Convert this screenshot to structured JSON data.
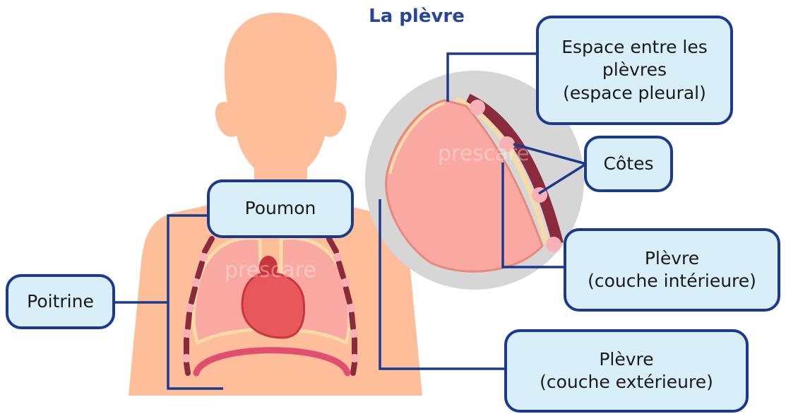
{
  "title": "La plèvre",
  "labels": {
    "poitrine": "Poitrine",
    "poumon": "Poumon",
    "espace": "Espace entre les\nplèvres\n(espace pleural)",
    "cotes": "Côtes",
    "plevre_int": "Plèvre\n(couche intérieure)",
    "plevre_ext": "Plèvre\n(couche extérieure)"
  },
  "watermark": "prescare",
  "colors": {
    "skin": "#fdbe99",
    "lung": "#f9a9a2",
    "heart": "#e8585b",
    "rib": "#8b2a3d",
    "diaphragm": "#e04f71",
    "pleura": "#f6dba7",
    "label_box": "#d8eef8",
    "label_border": "#1c3a8d",
    "title": "#27469a"
  }
}
